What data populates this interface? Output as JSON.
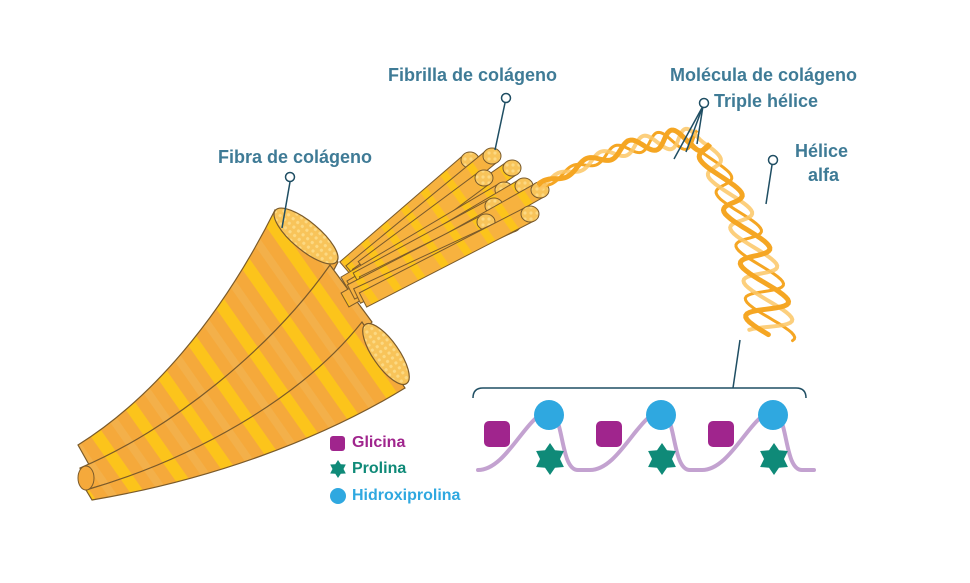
{
  "labels": {
    "fibra": "Fibra de colágeno",
    "fibrilla": "Fibrilla de colágeno",
    "molecula": "Molécula de colágeno",
    "triple": "Triple hélice",
    "helice_line1": "Hélice",
    "helice_line2": "alfa"
  },
  "legend": [
    {
      "label": "Glicina",
      "shape": "rounded-square",
      "color": "#a0258d"
    },
    {
      "label": "Prolina",
      "shape": "six-point-star",
      "color": "#0f8a78"
    },
    {
      "label": "Hidroxiprolina",
      "shape": "circle",
      "color": "#2fa8e0"
    }
  ],
  "colors": {
    "label_text": "#3f7b96",
    "callout_line": "#1f4e63",
    "fiber_base": "#f5a93b",
    "fiber_band": "#fcc41b",
    "fiber_dark": "#ee9a35",
    "fiber_outline": "#7a5a2a",
    "chain": "#c3a2d0"
  }
}
